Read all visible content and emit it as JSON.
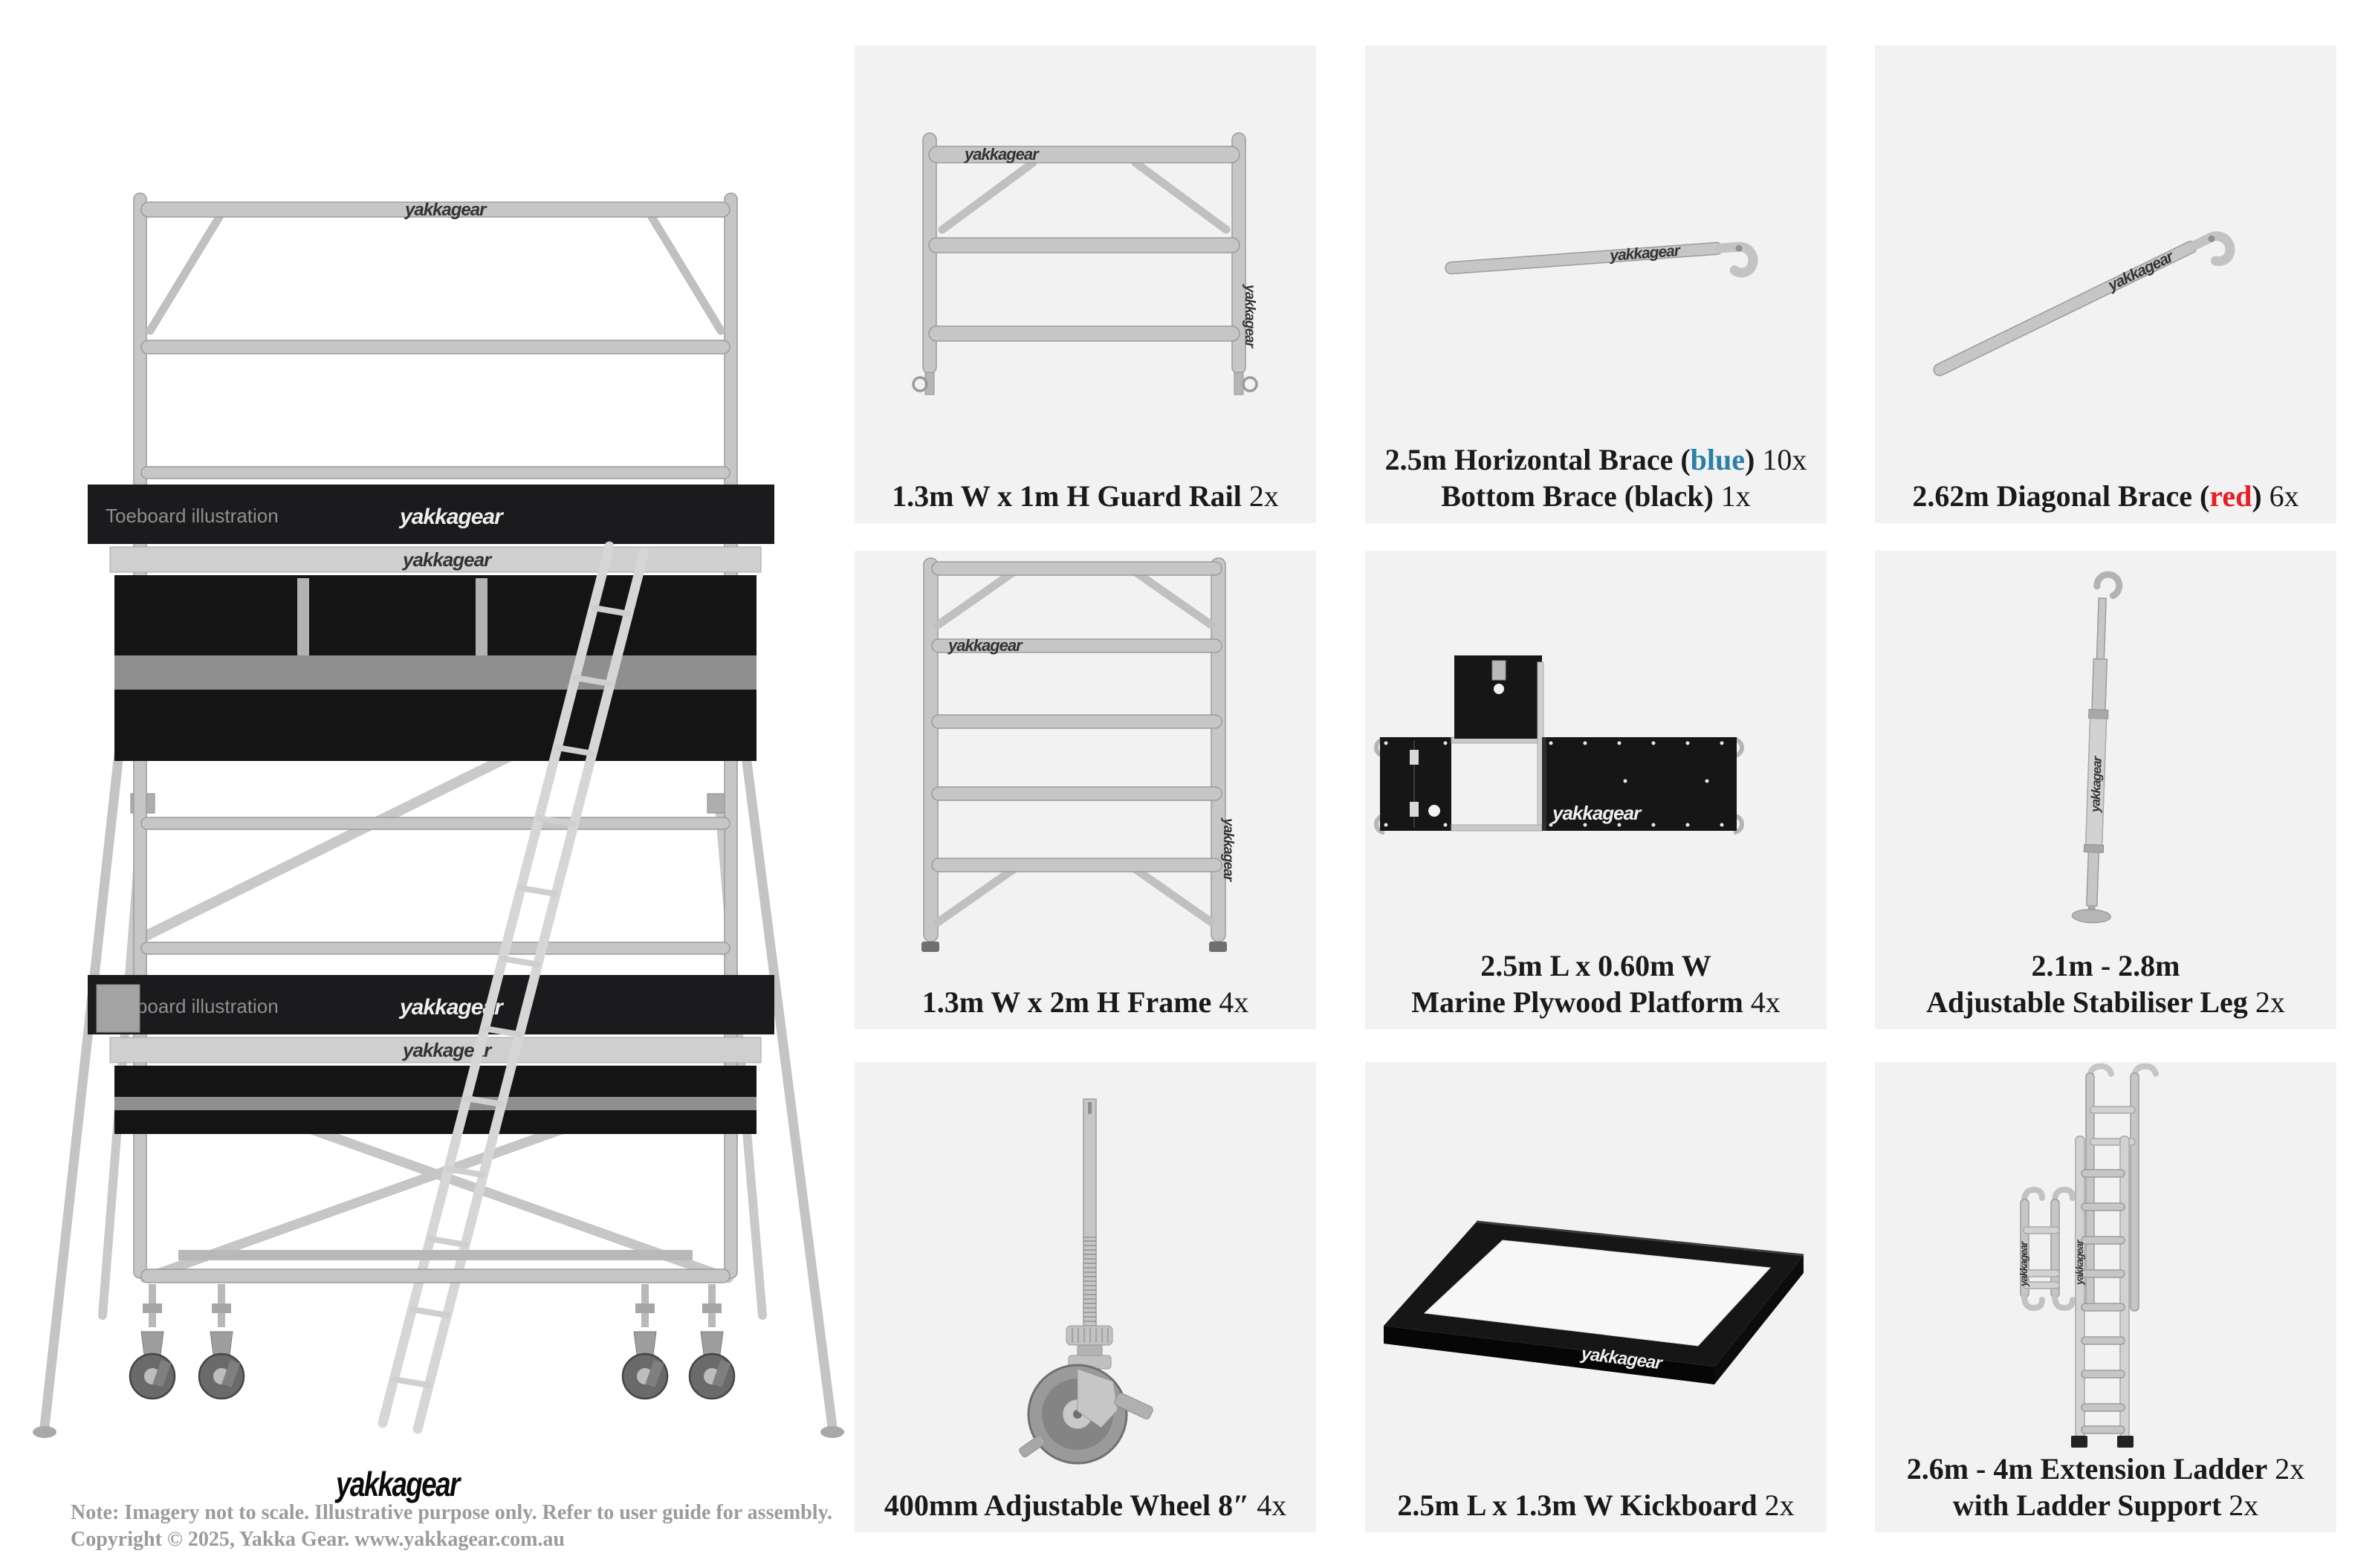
{
  "brand": "yakkagear",
  "colors": {
    "card_bg": "#f2f2f3",
    "ink": "#1a1a1a",
    "accent_blue": "#2b7fa8",
    "accent_red": "#ec1c24",
    "note_gray": "#9b9b9b"
  },
  "scaffold": {
    "toeboard_label": "Toeboard illustration"
  },
  "footer": {
    "note": "Note: Imagery not to scale. Illustrative purpose only. Refer to user guide for assembly.",
    "copyright": "Copyright © 2025, Yakka Gear. www.yakkagear.com.au"
  },
  "cards": [
    {
      "name": "guard-rail",
      "caption_lines": [
        [
          {
            "text": "1.3m W x 1m H Guard Rail",
            "style": "bold"
          },
          {
            "text": " 2x",
            "style": "normal"
          }
        ]
      ]
    },
    {
      "name": "horizontal-brace",
      "caption_lines": [
        [
          {
            "text": "2.5m Horizontal Brace (",
            "style": "bold"
          },
          {
            "text": "blue",
            "style": "blue"
          },
          {
            "text": ")",
            "style": "bold"
          },
          {
            "text": " 10x",
            "style": "normal"
          }
        ],
        [
          {
            "text": "Bottom Brace (black)",
            "style": "bold"
          },
          {
            "text": " 1x",
            "style": "normal"
          }
        ]
      ]
    },
    {
      "name": "diagonal-brace",
      "caption_lines": [
        [
          {
            "text": "2.62m Diagonal Brace (",
            "style": "bold"
          },
          {
            "text": "red",
            "style": "red"
          },
          {
            "text": ")",
            "style": "bold"
          },
          {
            "text": " 6x",
            "style": "normal"
          }
        ]
      ]
    },
    {
      "name": "frame",
      "caption_lines": [
        [
          {
            "text": "1.3m W x 2m H Frame",
            "style": "bold"
          },
          {
            "text": " 4x",
            "style": "normal"
          }
        ]
      ]
    },
    {
      "name": "marine-plywood-platform",
      "caption_lines": [
        [
          {
            "text": "2.5m L x 0.60m W",
            "style": "bold"
          }
        ],
        [
          {
            "text": "Marine Plywood Platform",
            "style": "bold"
          },
          {
            "text": " 4x",
            "style": "normal"
          }
        ]
      ]
    },
    {
      "name": "adjustable-stabiliser-leg",
      "caption_lines": [
        [
          {
            "text": "2.1m - 2.8m",
            "style": "bold"
          }
        ],
        [
          {
            "text": "Adjustable Stabiliser Leg",
            "style": "bold"
          },
          {
            "text": " 2x",
            "style": "normal"
          }
        ]
      ]
    },
    {
      "name": "adjustable-wheel",
      "caption_lines": [
        [
          {
            "text": "400mm Adjustable Wheel 8″",
            "style": "bold"
          },
          {
            "text": " 4x",
            "style": "normal"
          }
        ]
      ]
    },
    {
      "name": "kickboard",
      "caption_lines": [
        [
          {
            "text": "2.5m L x 1.3m W Kickboard",
            "style": "bold"
          },
          {
            "text": " 2x",
            "style": "normal"
          }
        ]
      ]
    },
    {
      "name": "extension-ladder",
      "caption_lines": [
        [
          {
            "text": "2.6m - 4m Extension Ladder",
            "style": "bold"
          },
          {
            "text": " 2x",
            "style": "normal"
          }
        ],
        [
          {
            "text": "with Ladder Support",
            "style": "bold"
          },
          {
            "text": " 2x",
            "style": "normal"
          }
        ]
      ]
    }
  ]
}
